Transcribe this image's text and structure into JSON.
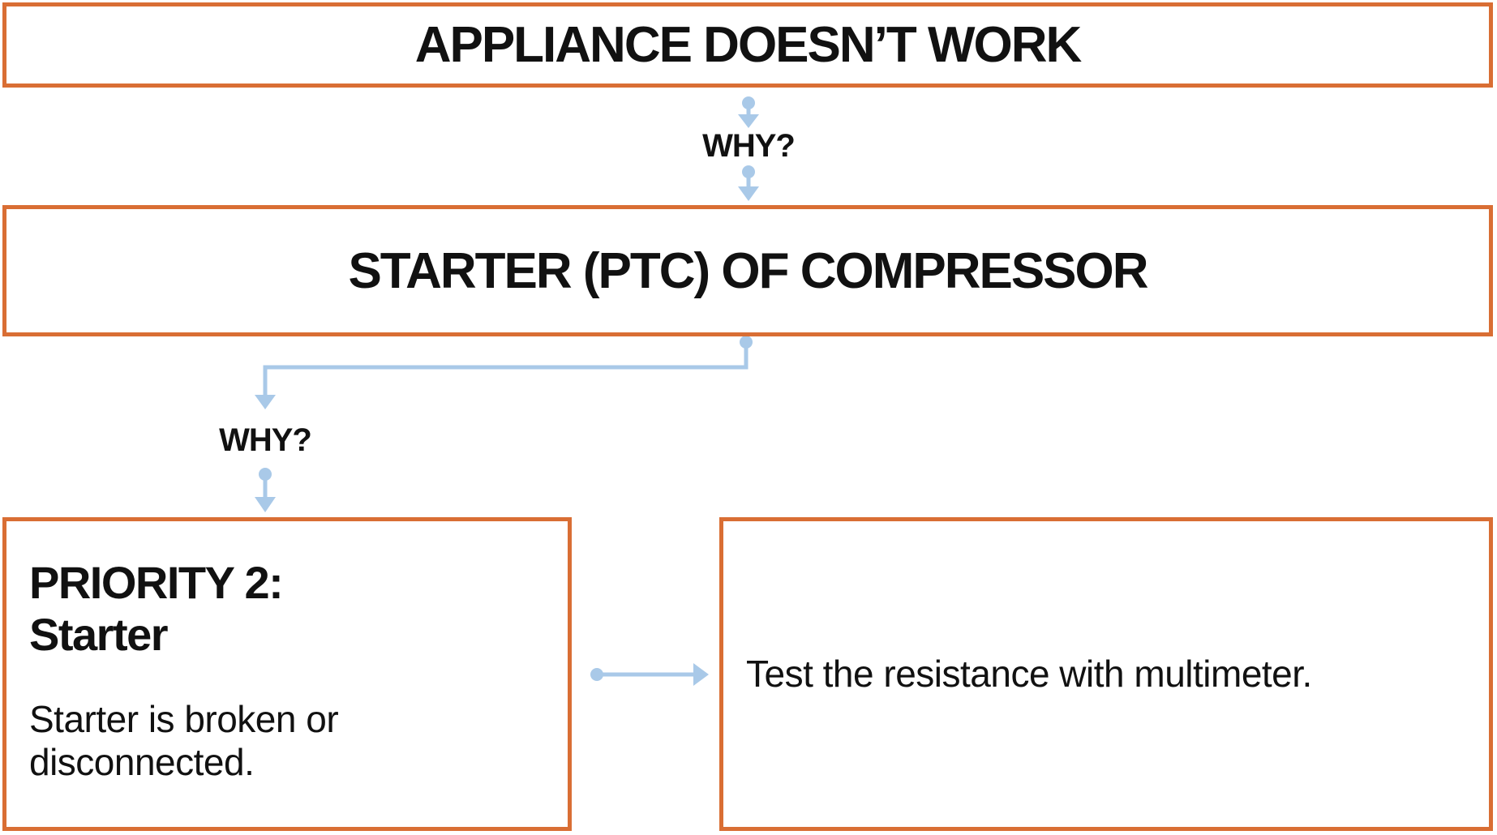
{
  "colors": {
    "box_border": "#D96E34",
    "arrow": "#A9C9E8",
    "text": "#111111",
    "background": "#FFFFFF"
  },
  "flowchart": {
    "root_box": {
      "label": "APPLIANCE DOESN’T WORK"
    },
    "why_top_label": "WHY?",
    "cause_box": {
      "label": "STARTER (PTC) OF COMPRESSOR"
    },
    "why_left_label": "WHY?",
    "priority_box": {
      "title": "PRIORITY 2:",
      "subtitle": "Starter",
      "description": "Starter is broken or disconnected."
    },
    "action_box": {
      "label": "Test the resistance with multimeter."
    }
  }
}
